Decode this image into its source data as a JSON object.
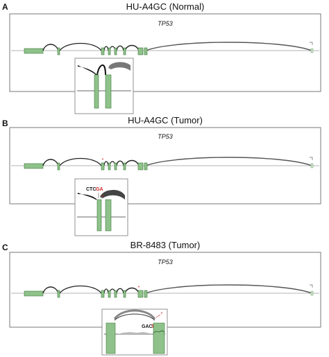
{
  "colors": {
    "exon_fill": "#8fc18a",
    "exon_stroke": "#3b7a3a",
    "arc": "#222222",
    "arc_light": "#777777",
    "frame": "#555555",
    "baseline": "#9a9a9a",
    "mutation": "#d62020"
  },
  "panels": [
    {
      "id": "A",
      "label": "A",
      "title": "HU-A4GC (Normal)",
      "gene": "TP53",
      "marker_positions": [],
      "inset": {
        "normal_seq": "",
        "mut_seq": "",
        "variant": "normal"
      }
    },
    {
      "id": "B",
      "label": "B",
      "title": "HU-A4GC (Tumor)",
      "gene": "TP53",
      "marker_positions": [
        148
      ],
      "inset": {
        "normal_seq": "CTC",
        "mut_seq": "GA",
        "variant": "tumor-b"
      }
    },
    {
      "id": "C",
      "label": "C",
      "title": "BR-8483 (Tumor)",
      "gene": "TP53",
      "marker_positions": [
        200
      ],
      "inset": {
        "normal_seq": "GAC",
        "mut_seq": "TG",
        "variant": "tumor-c"
      }
    }
  ],
  "icons": {
    "mutation_marker": "asterisk-icon",
    "gene_end_marker": "bracket-icon"
  }
}
